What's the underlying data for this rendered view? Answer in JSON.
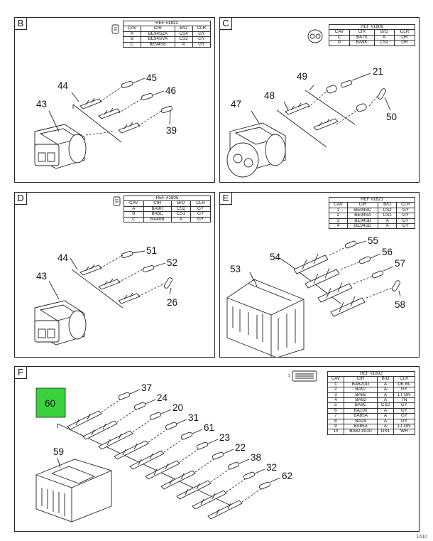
{
  "panels": {
    "B": {
      "label": "B",
      "ref": {
        "title": "REF #1822",
        "headers": [
          "CAV",
          "CIR",
          "B/O",
          "CLR"
        ],
        "rows": [
          [
            "A",
            "BE94SZA",
            "CS4",
            "GY"
          ],
          [
            "B",
            "BE94SVA",
            "CS3",
            "GY"
          ],
          [
            "C",
            "BE94SE",
            "A",
            "GY"
          ]
        ]
      },
      "callouts": [
        "44",
        "45",
        "46",
        "43",
        "39"
      ]
    },
    "C": {
      "label": "C",
      "ref": {
        "title": "REF #1806",
        "headers": [
          "CAV",
          "CIR",
          "B/O",
          "CLR"
        ],
        "rows": [
          [
            "C",
            "BA70",
            "A",
            "OR"
          ],
          [
            "D",
            "BA9K",
            "CS2",
            "OR"
          ]
        ]
      },
      "callouts": [
        "49",
        "21",
        "48",
        "47",
        "50"
      ]
    },
    "D": {
      "label": "D",
      "ref": {
        "title": "REF #1805",
        "headers": [
          "CAV",
          "CIR",
          "B/O",
          "CLR"
        ],
        "rows": [
          [
            "A",
            "BA9H",
            "CS2",
            "GY"
          ],
          [
            "B",
            "BA6C",
            "CS1",
            "GY"
          ],
          [
            "C",
            "BA40B",
            "A",
            "GY"
          ]
        ]
      },
      "callouts": [
        "44",
        "51",
        "52",
        "43",
        "26"
      ]
    },
    "E": {
      "label": "E",
      "ref": {
        "title": "REF #1821",
        "headers": [
          "CAV",
          "CIR",
          "B/O",
          "CLR"
        ],
        "rows": [
          [
            "1",
            "BE94SC",
            "CS2",
            "GY"
          ],
          [
            "2",
            "BE94SA",
            "CS1",
            "GY"
          ],
          [
            "3",
            "BE94SB",
            "A",
            "GY"
          ],
          [
            "4",
            "BE94SD",
            "A",
            "GY"
          ]
        ]
      },
      "callouts": [
        "55",
        "54",
        "56",
        "53",
        "57",
        "58"
      ]
    },
    "F": {
      "label": "F",
      "ref": {
        "title": "REF #1802",
        "headers": [
          "CAV",
          "CIR",
          "B/O",
          "CLR"
        ],
        "rows": [
          [
            "1",
            "BA62DD",
            "A",
            "DK BL"
          ],
          [
            "2",
            "BA97",
            "A",
            "GY"
          ],
          [
            "3",
            "BA85",
            "A",
            "LT GN"
          ],
          [
            "4",
            "BA92",
            "A",
            "TN"
          ],
          [
            "5",
            "BA9C",
            "CS2",
            "GY"
          ],
          [
            "6",
            "BA100",
            "A",
            "GY"
          ],
          [
            "7",
            "BA85A",
            "A",
            "GY"
          ],
          [
            "8",
            "BA24",
            "A",
            "GY"
          ],
          [
            "9",
            "BA85A",
            "A",
            "LT GN"
          ],
          [
            "10",
            "BA62-GDD",
            "DS1",
            "WH"
          ]
        ]
      },
      "highlight": "60",
      "callouts": [
        "37",
        "24",
        "20",
        "31",
        "61",
        "23",
        "22",
        "38",
        "32",
        "62",
        "59"
      ]
    }
  },
  "footer": "1410"
}
